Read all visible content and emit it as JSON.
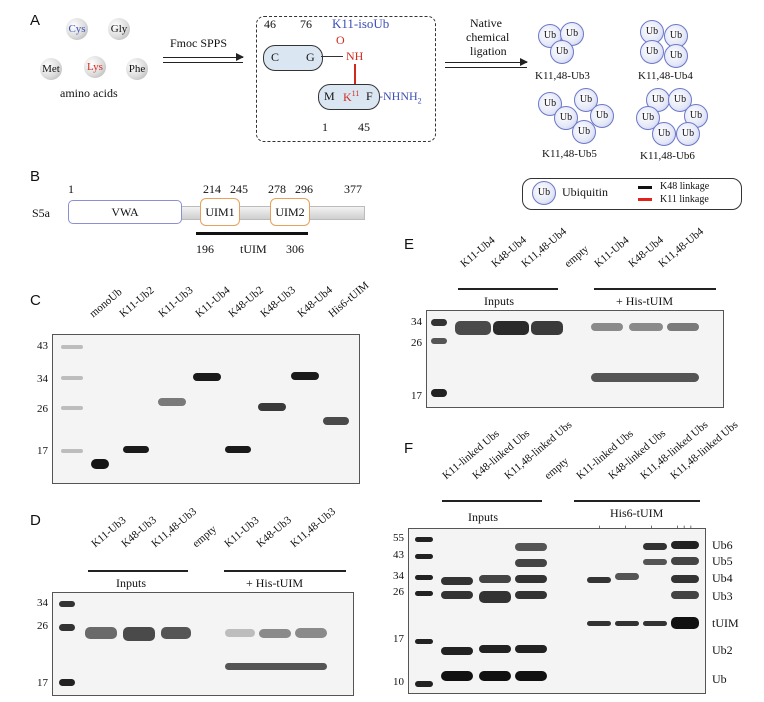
{
  "panels": {
    "a": "A",
    "b": "B",
    "c": "C",
    "d": "D",
    "e": "E",
    "f": "F"
  },
  "colors": {
    "ub_border": "#6b78c8",
    "lys_red": "#d12b1f",
    "k11_red": "#e0241b",
    "k48_black": "#111111",
    "label_blue": "#3c4fb5",
    "uim_orange": "#e8a15a"
  },
  "panel_a": {
    "amino_acids": [
      "Cys",
      "Gly",
      "Met",
      "Lys",
      "Phe"
    ],
    "amino_caption": "amino acids",
    "step1": "Fmoc SPPS",
    "step2_line1": "Native",
    "step2_line2": "chemical",
    "step2_line3": "ligation",
    "isoub_title": "K11-isoUb",
    "top_nums": [
      "46",
      "76"
    ],
    "bottom_nums": [
      "1",
      "45"
    ],
    "c_term": "C",
    "g_term": "G",
    "m_term": "M",
    "k_term": "K",
    "k_sup": "11",
    "f_term": "F",
    "o_atom": "O",
    "nh_atom": "NH",
    "hydrazide": "-NHNH",
    "hydrazide_sub": "2",
    "products": [
      "K11,48-Ub3",
      "K11,48-Ub4",
      "K11,48-Ub5",
      "K11,48-Ub6"
    ],
    "ub_text": "Ub"
  },
  "legend": {
    "ubiquitin": "Ubiquitin",
    "k48": "K48 linkage",
    "k11": "K11 linkage",
    "icon": "Ub"
  },
  "panel_b": {
    "label": "S5a",
    "positions": [
      "1",
      "214",
      "245",
      "278",
      "296",
      "377"
    ],
    "vwa": "VWA",
    "uim1": "UIM1",
    "uim2": "UIM2",
    "tuim": "tUIM",
    "start": "196",
    "end": "306"
  },
  "panel_c": {
    "mw": [
      "43",
      "34",
      "26",
      "17"
    ],
    "lanes": [
      "monoUb",
      "K11-Ub2",
      "K11-Ub3",
      "K11-Ub4",
      "K48-Ub2",
      "K48-Ub3",
      "K48-Ub4",
      "His6-tUIM"
    ]
  },
  "panel_d": {
    "mw": [
      "34",
      "26",
      "17"
    ],
    "lanes": [
      "K11-Ub3",
      "K48-Ub3",
      "K11,48-Ub3",
      "empty",
      "K11-Ub3",
      "K48-Ub3",
      "K11,48-Ub3"
    ],
    "inputs": "Inputs",
    "pulldown": "+ His-tUIM"
  },
  "panel_e": {
    "mw": [
      "34",
      "26",
      "17"
    ],
    "lanes": [
      "K11-Ub4",
      "K48-Ub4",
      "K11,48-Ub4",
      "empty",
      "K11-Ub4",
      "K48-Ub4",
      "K11,48-Ub4"
    ],
    "inputs": "Inputs",
    "pulldown": "+ His-tUIM"
  },
  "panel_f": {
    "mw": [
      "55",
      "43",
      "34",
      "26",
      "17",
      "10"
    ],
    "lanes": [
      "K11-linked Ubs",
      "K48-linked Ubs",
      "K11,48-linked Ubs",
      "empty",
      "K11-linked Ubs",
      "K48-linked Ubs",
      "K11,48-linked Ubs",
      "K11,48-linked Ubs"
    ],
    "inputs": "Inputs",
    "pulldown": "His6-tUIM",
    "plus": [
      "+",
      "+",
      "+",
      "+++"
    ],
    "bands": [
      "Ub6",
      "Ub5",
      "Ub4",
      "Ub3",
      "tUIM",
      "Ub2",
      "Ub"
    ]
  }
}
